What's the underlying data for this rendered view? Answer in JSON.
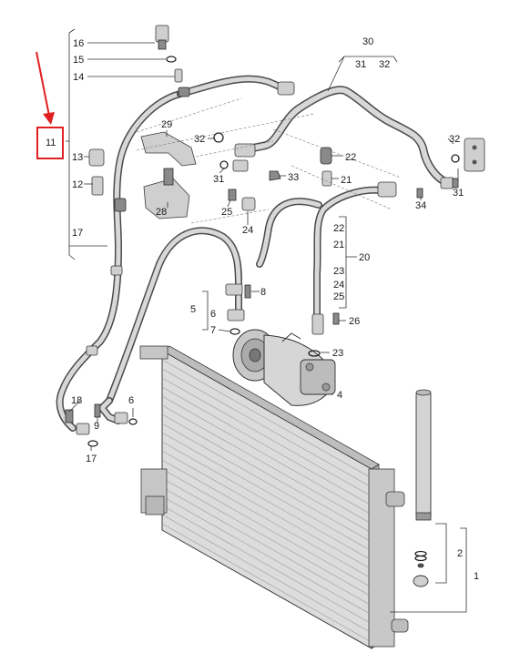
{
  "colors": {
    "highlight": "#e02020",
    "line": "#333333",
    "part_fill": "#cfcfcf",
    "part_dark": "#8a8a8a",
    "background": "#ffffff"
  },
  "callouts": {
    "c1": "1",
    "c2": "2",
    "c4": "4",
    "c5": "5",
    "c6a": "6",
    "c6b": "6",
    "c7": "7",
    "c8": "8",
    "c9": "9",
    "c11": "11",
    "c12": "12",
    "c13": "13",
    "c14": "14",
    "c15": "15",
    "c16": "16",
    "c17a": "17",
    "c17b": "17",
    "c18": "18",
    "c20": "20",
    "c21a": "21",
    "c21b": "21",
    "c22a": "22",
    "c22b": "22",
    "c23a": "23",
    "c23b": "23",
    "c24a": "24",
    "c24b": "24",
    "c25a": "25",
    "c25b": "25",
    "c26": "26",
    "c28": "28",
    "c29": "29",
    "c30": "30",
    "c31a": "31",
    "c31b": "31",
    "c31c": "31",
    "c32a": "32",
    "c32b": "32",
    "c32c": "32",
    "c33": "33",
    "c34": "34"
  }
}
